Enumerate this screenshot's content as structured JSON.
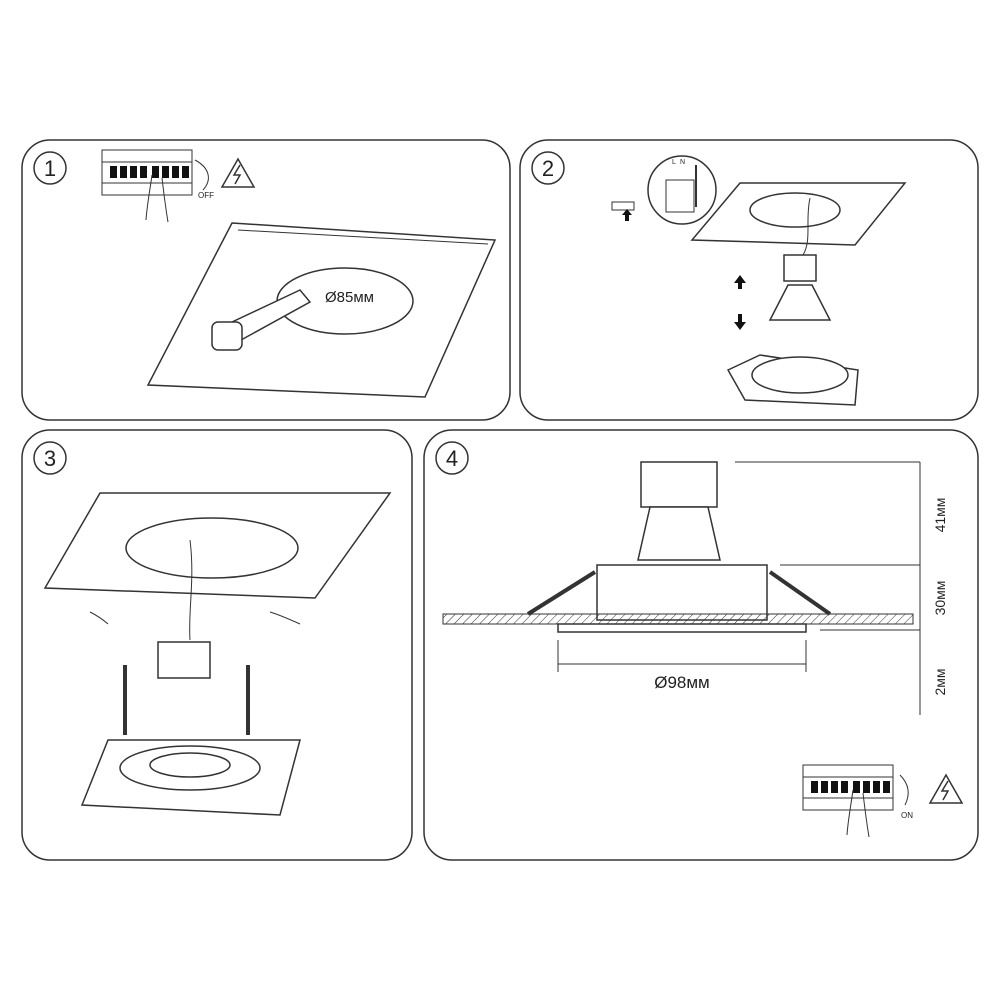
{
  "steps": [
    {
      "number": "1",
      "switch_label": "OFF",
      "hole_label": "Ø85мм"
    },
    {
      "number": "2",
      "terminal_labels": [
        "L",
        "N"
      ]
    },
    {
      "number": "3"
    },
    {
      "number": "4",
      "diameter_label": "Ø98мм",
      "height_label": "41мм",
      "depth_label": "30мм",
      "thickness_label": "2мм",
      "switch_label": "ON"
    }
  ]
}
